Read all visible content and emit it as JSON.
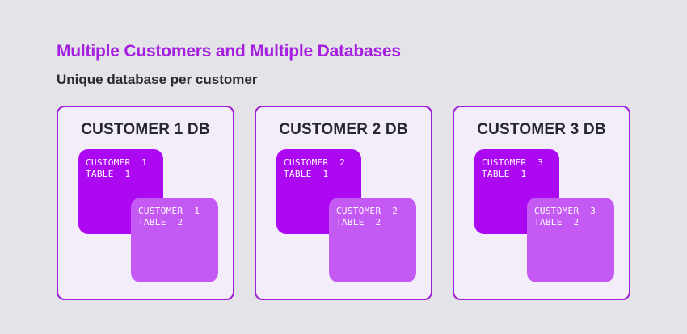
{
  "page": {
    "title": "Multiple Customers and Multiple Databases",
    "subtitle": "Unique database per customer"
  },
  "colors": {
    "background": "#e4e3e8",
    "card_background": "#f2edf9",
    "card_border": "#9e20d6",
    "title_text": "#a51fe0",
    "dark_text": "#2b2b33",
    "table1_fill": "#ad08f2",
    "table2_fill": "#c45af3",
    "table_text": "#ffffff"
  },
  "databases": [
    {
      "name": "CUSTOMER 1 DB",
      "tables": [
        {
          "label": "CUSTOMER  1\nTABLE  1"
        },
        {
          "label": "CUSTOMER  1\nTABLE  2"
        }
      ]
    },
    {
      "name": "CUSTOMER 2 DB",
      "tables": [
        {
          "label": "CUSTOMER  2\nTABLE  1"
        },
        {
          "label": "CUSTOMER  2\nTABLE  2"
        }
      ]
    },
    {
      "name": "CUSTOMER 3 DB",
      "tables": [
        {
          "label": "CUSTOMER  3\nTABLE  1"
        },
        {
          "label": "CUSTOMER  3\nTABLE  2"
        }
      ]
    }
  ]
}
